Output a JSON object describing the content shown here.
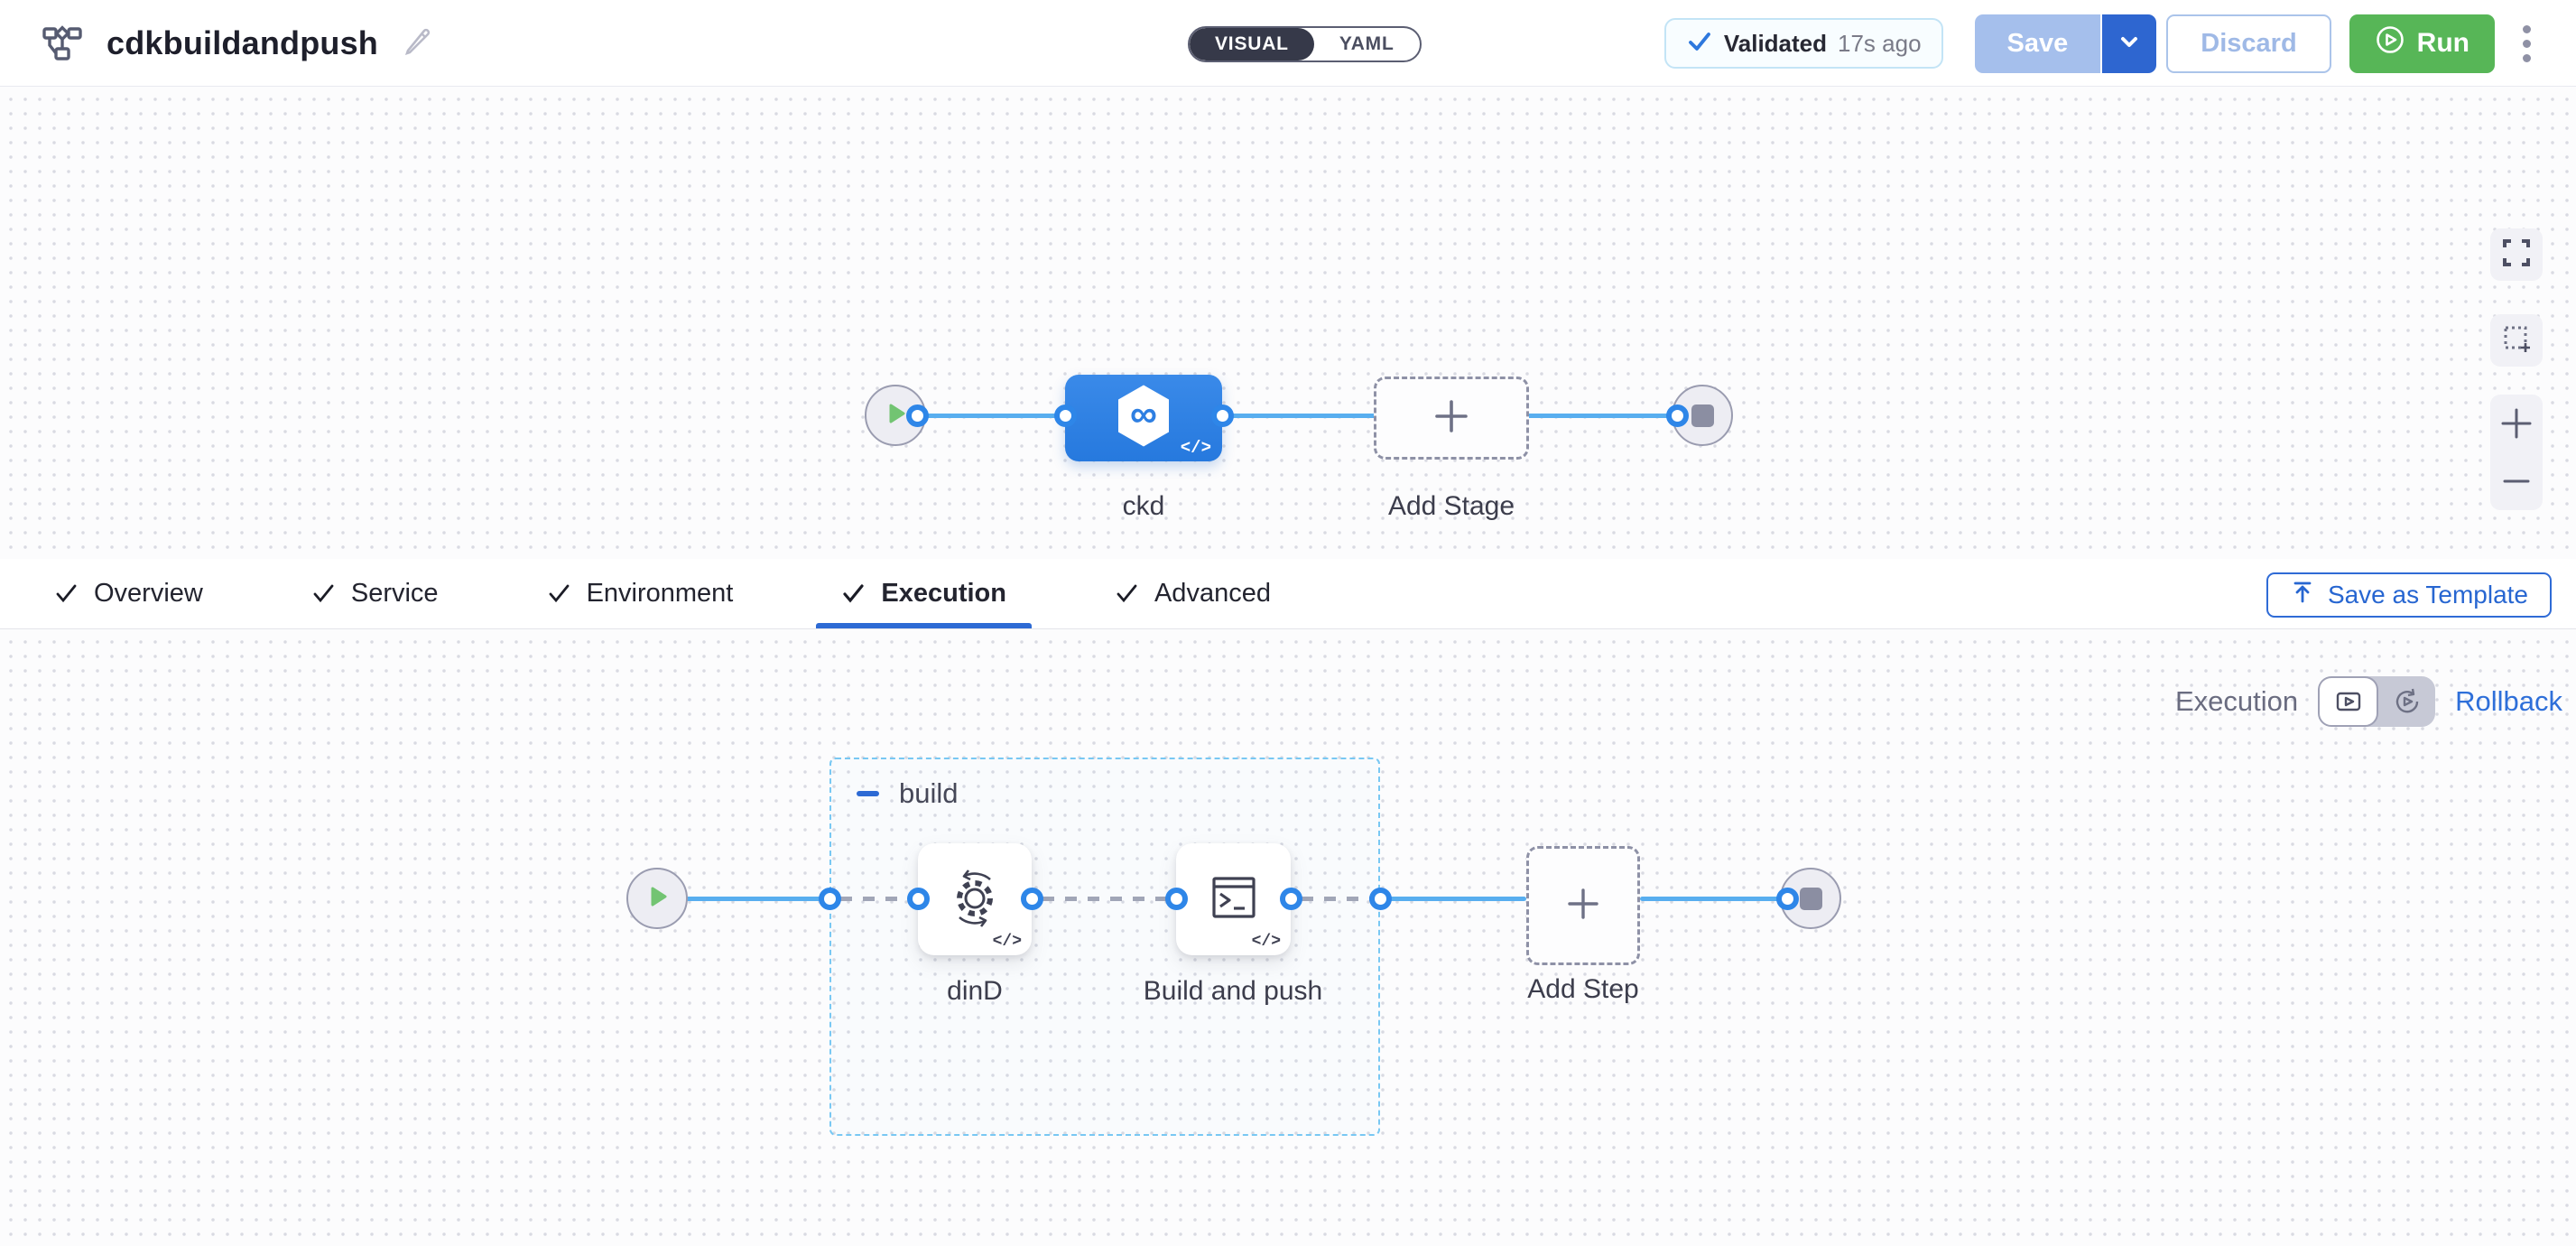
{
  "header": {
    "title": "cdkbuildandpush",
    "mode_toggle": {
      "visual": "VISUAL",
      "yaml": "YAML",
      "selected": "VISUAL"
    },
    "validation": {
      "label": "Validated",
      "time": "17s ago"
    },
    "save_label": "Save",
    "discard_label": "Discard",
    "run_label": "Run"
  },
  "stage_flow": {
    "stage_name": "ckd",
    "add_stage_label": "Add Stage"
  },
  "tabs": {
    "active": "Execution",
    "items": [
      {
        "label": "Overview",
        "checked": true
      },
      {
        "label": "Service",
        "checked": true
      },
      {
        "label": "Environment",
        "checked": true
      },
      {
        "label": "Execution",
        "checked": true
      },
      {
        "label": "Advanced",
        "checked": true
      }
    ]
  },
  "template_button": {
    "label": "Save as Template"
  },
  "execution_panel": {
    "mode_label": "Execution",
    "rollback_label": "Rollback",
    "group_label": "build",
    "steps": [
      {
        "name": "dinD"
      },
      {
        "name": "Build and push"
      }
    ],
    "add_step_label": "Add Step"
  },
  "icons": {
    "code": "</>",
    "infinity": "∞"
  },
  "colors": {
    "accent_blue": "#2d6ad4",
    "stage_blue": "#2e82e4",
    "line_blue": "#58aeef",
    "run_green": "#57b657",
    "group_dash_blue": "#79c8f3",
    "canvas_bg": "#fcfcfd"
  }
}
